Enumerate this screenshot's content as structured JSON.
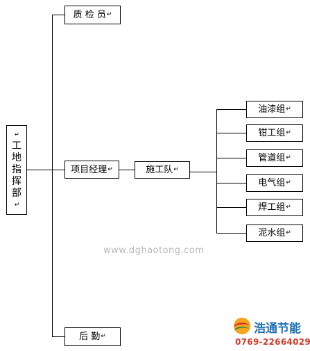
{
  "root": {
    "chars": [
      "工",
      "地",
      "指",
      "挥",
      "部"
    ]
  },
  "level1": {
    "qc": "质 检 员",
    "pm": "项目经理",
    "logistics": "后  勤"
  },
  "construction_team": "施工队",
  "groups": [
    "油漆组",
    "钳工组",
    "管道组",
    "电气组",
    "焊工组",
    "泥水组"
  ],
  "return_mark": "↵",
  "watermark": "www.dghaotong.com",
  "logo": {
    "name": "浩通节能",
    "phone": "0769-22664029"
  }
}
